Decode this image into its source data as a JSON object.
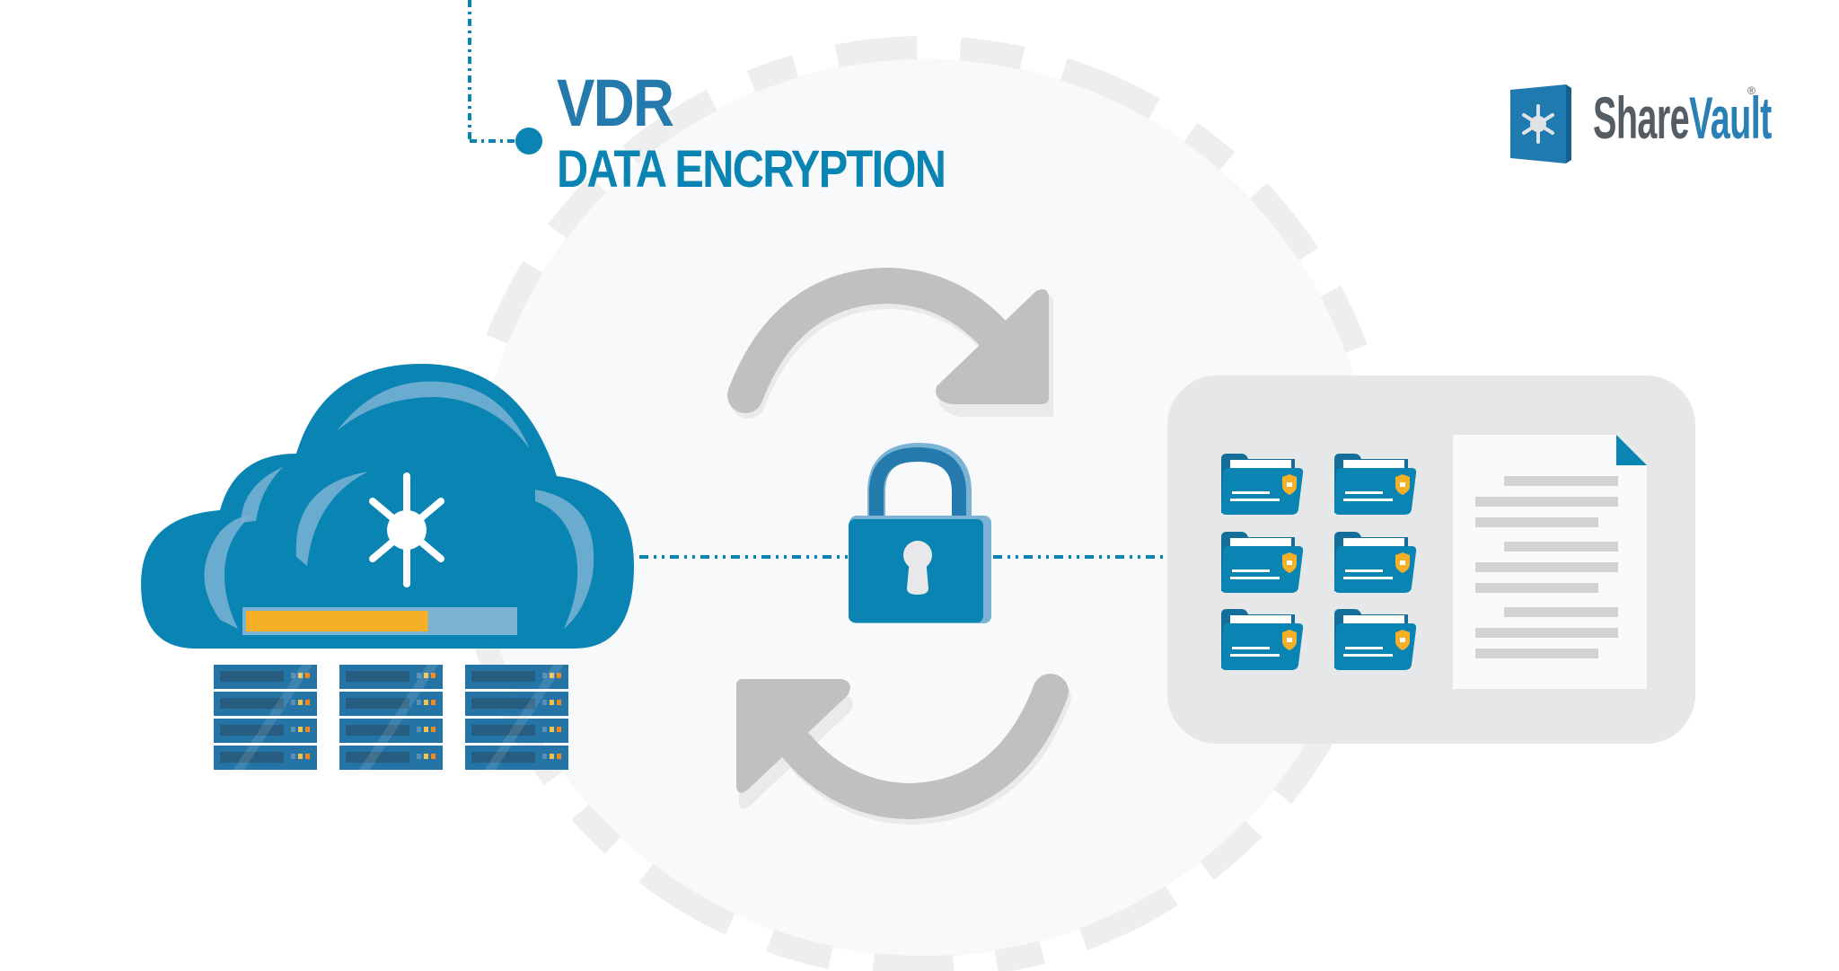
{
  "header": {
    "title_line1": "VDR",
    "title_line2": "DATA ENCRYPTION"
  },
  "logo": {
    "word1": "Share",
    "word2": "Vault",
    "registered_mark": "®",
    "icon": "vault-safe-icon"
  },
  "colors": {
    "primary_blue": "#0a85b3",
    "dark_blue": "#2479ad",
    "light_blue": "#7ab3d3",
    "accent_yellow": "#f5b027",
    "server_blue": "#2474a6",
    "arrow_gray": "#bfc0c2",
    "panel_gray": "#e6e7e8",
    "ring_gray": "#eeeeee",
    "circle_fill": "#f8f9fa",
    "logo_gray": "#545d63"
  },
  "diagram": {
    "cloud": {
      "label": "cloud-vdr",
      "icon": "vault-dial-icon",
      "progress_fraction": 0.68
    },
    "servers": {
      "columns": 3,
      "rows_per_column": 4
    },
    "center": {
      "lock_icon": "padlock-icon",
      "arrows": [
        "sync-arrow-clockwise",
        "sync-arrow-counterclockwise"
      ]
    },
    "panel": {
      "folders": 6,
      "folder_grid": [
        3,
        2
      ],
      "folder_badge_icon": "shield-lock-icon",
      "document_line_groups": 3
    }
  }
}
